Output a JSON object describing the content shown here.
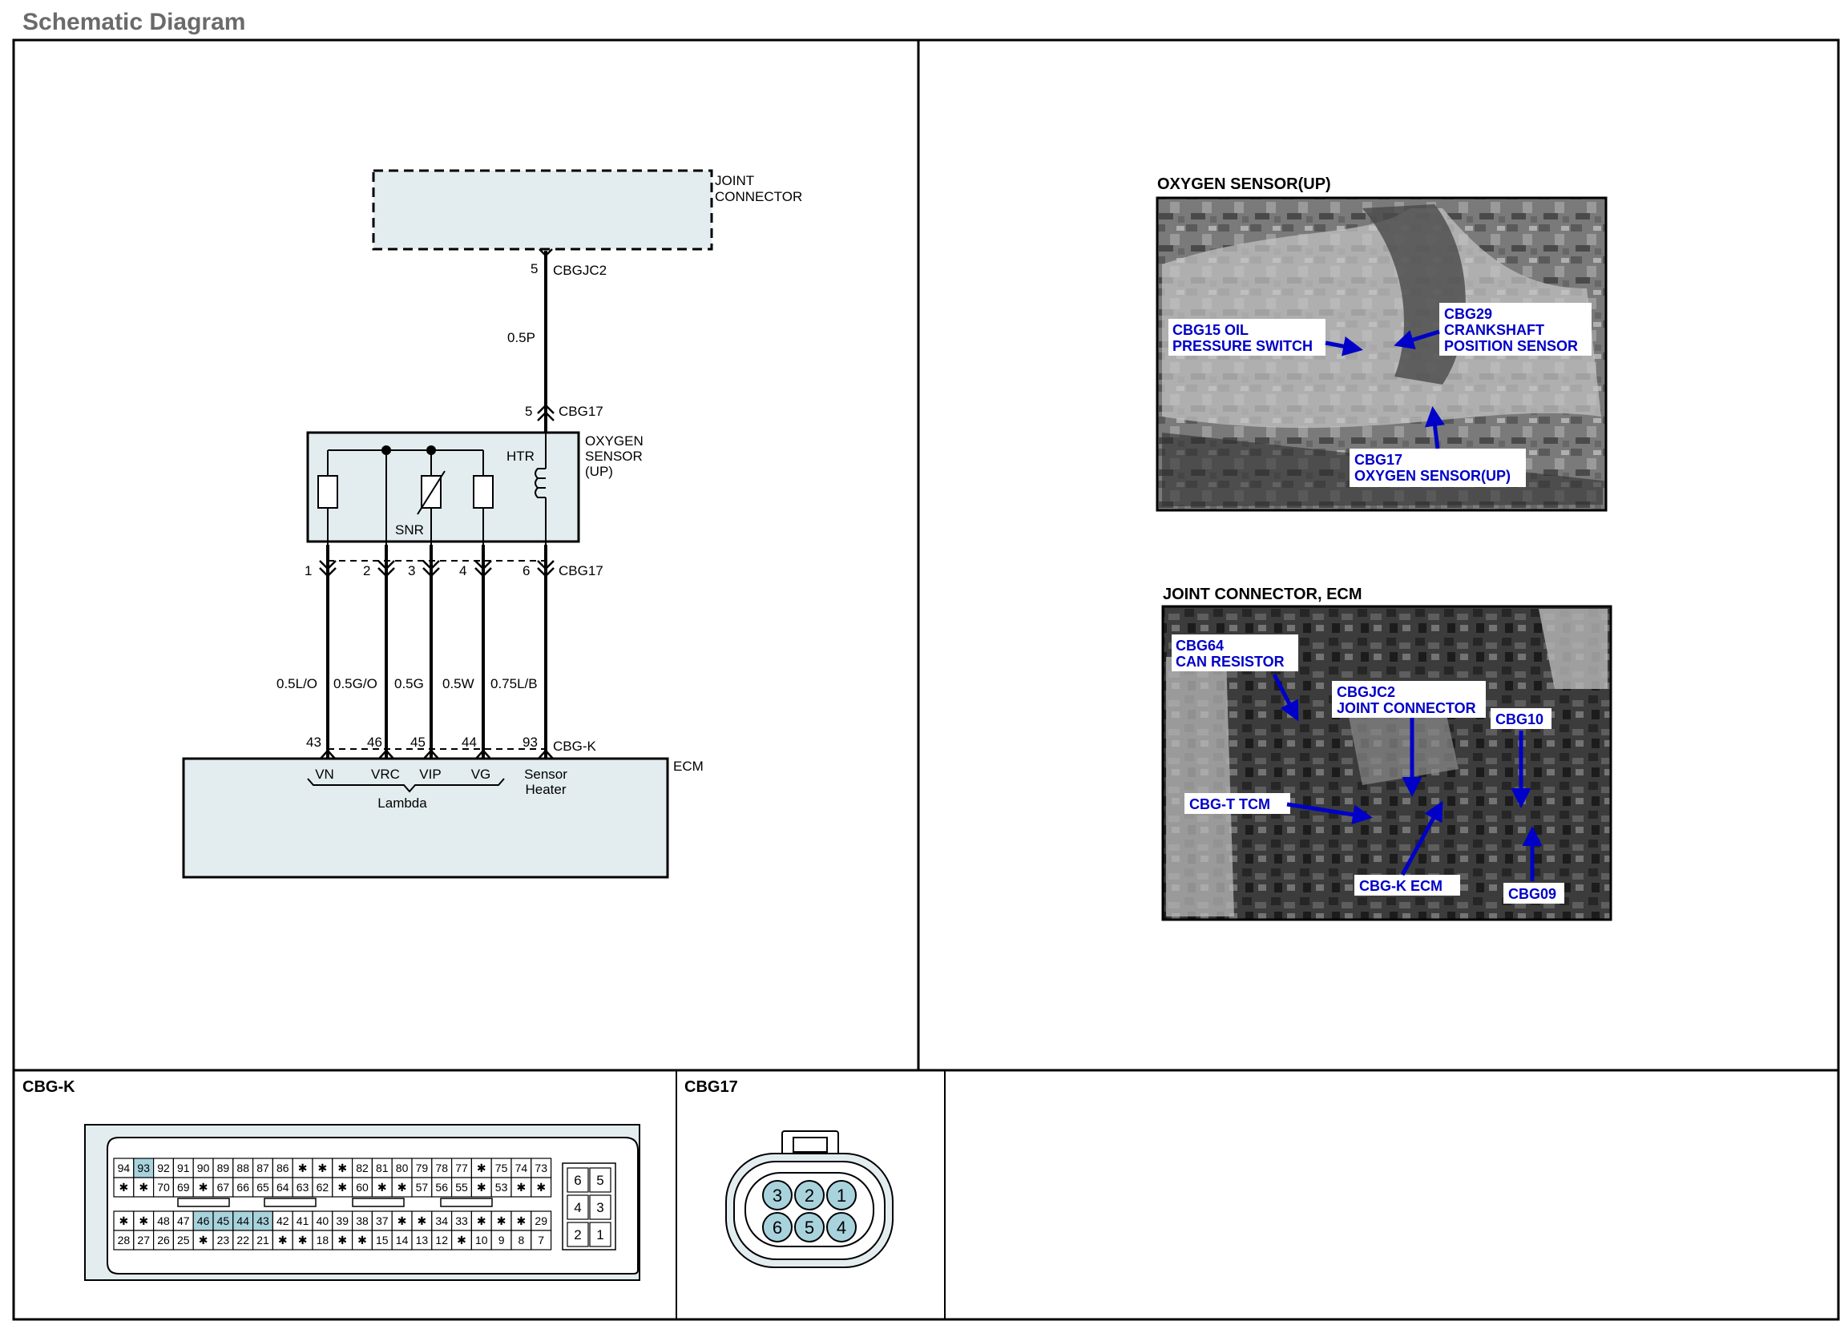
{
  "page": {
    "title": "Schematic Diagram"
  },
  "schematic": {
    "joint_connector": {
      "label_line1": "JOINT",
      "label_line2": "CONNECTOR",
      "pin": "5",
      "connector": "CBGJC2"
    },
    "top_wire": {
      "gauge": "0.5P"
    },
    "sensor_top_pin": {
      "pin": "5",
      "connector": "CBG17"
    },
    "oxygen_sensor": {
      "label_line1": "OXYGEN",
      "label_line2": "SENSOR",
      "label_line3": "(UP)",
      "htr": "HTR",
      "snr": "SNR"
    },
    "sensor_pins": [
      "1",
      "2",
      "3",
      "4",
      "6"
    ],
    "sensor_pins_connector": "CBG17",
    "wires": [
      {
        "gauge": "0.5L/O",
        "ecm_pin": "43",
        "terminal": "VN"
      },
      {
        "gauge": "0.5G/O",
        "ecm_pin": "46",
        "terminal": "VRC"
      },
      {
        "gauge": "0.5G",
        "ecm_pin": "45",
        "terminal": "VIP"
      },
      {
        "gauge": "0.5W",
        "ecm_pin": "44",
        "terminal": "VG"
      },
      {
        "gauge": "0.75L/B",
        "ecm_pin": "93",
        "terminal_line1": "Sensor",
        "terminal_line2": "Heater"
      }
    ],
    "ecm": {
      "connector": "CBG-K",
      "label": "ECM",
      "lambda": "Lambda"
    }
  },
  "photos": [
    {
      "title": "OXYGEN SENSOR(UP)",
      "callouts": [
        {
          "lines": [
            "CBG15 OIL",
            "PRESSURE SWITCH"
          ]
        },
        {
          "lines": [
            "CBG29",
            "CRANKSHAFT",
            "POSITION SENSOR"
          ]
        },
        {
          "lines": [
            "CBG17",
            "OXYGEN SENSOR(UP)"
          ]
        }
      ]
    },
    {
      "title": "JOINT CONNECTOR, ECM",
      "callouts": [
        {
          "lines": [
            "CBG64",
            "CAN RESISTOR"
          ]
        },
        {
          "lines": [
            "CBGJC2",
            "JOINT CONNECTOR"
          ]
        },
        {
          "lines": [
            "CBG10"
          ]
        },
        {
          "lines": [
            "CBG-T TCM"
          ]
        },
        {
          "lines": [
            "CBG-K ECM"
          ]
        },
        {
          "lines": [
            "CBG09"
          ]
        }
      ]
    }
  ],
  "connectors": {
    "cbgk": {
      "title": "CBG-K",
      "rows": [
        [
          "94",
          "93",
          "92",
          "91",
          "90",
          "89",
          "88",
          "87",
          "86",
          "✱",
          "✱",
          "✱",
          "82",
          "81",
          "80",
          "79",
          "78",
          "77",
          "✱",
          "75",
          "74",
          "73"
        ],
        [
          "✱",
          "✱",
          "70",
          "69",
          "✱",
          "67",
          "66",
          "65",
          "64",
          "63",
          "62",
          "✱",
          "60",
          "✱",
          "✱",
          "57",
          "56",
          "55",
          "✱",
          "53",
          "✱",
          "✱"
        ],
        [
          "✱",
          "✱",
          "48",
          "47",
          "46",
          "45",
          "44",
          "43",
          "42",
          "41",
          "40",
          "39",
          "38",
          "37",
          "✱",
          "✱",
          "34",
          "33",
          "✱",
          "✱",
          "✱",
          "29"
        ],
        [
          "28",
          "27",
          "26",
          "25",
          "✱",
          "23",
          "22",
          "21",
          "✱",
          "✱",
          "18",
          "✱",
          "✱",
          "15",
          "14",
          "13",
          "12",
          "✱",
          "10",
          "9",
          "8",
          "7"
        ]
      ],
      "highlighted": [
        "93",
        "46",
        "45",
        "44",
        "43"
      ],
      "side_pins": [
        [
          "6",
          "5"
        ],
        [
          "4",
          "3"
        ],
        [
          "2",
          "1"
        ]
      ]
    },
    "cbg17": {
      "title": "CBG17",
      "pins_top": [
        "3",
        "2",
        "1"
      ],
      "pins_bottom": [
        "6",
        "5",
        "4"
      ]
    }
  }
}
